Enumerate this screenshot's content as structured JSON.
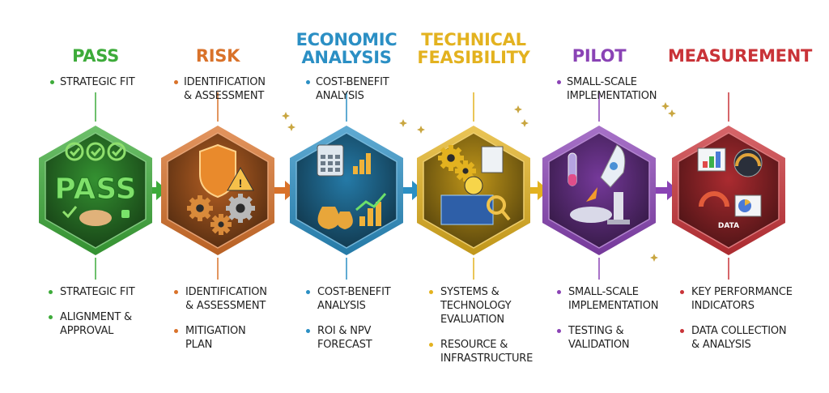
{
  "stages": [
    {
      "title": "PASS",
      "color": "#3dab3a",
      "top_bullet": "STRATEGIC FIT",
      "hex_icon": "handshake-checkmarks-icon",
      "hex_text": "PASS",
      "bullets": [
        "STRATEGIC FIT",
        "ALIGNMENT &\nAPPROVAL"
      ]
    },
    {
      "title": "RISK",
      "color": "#d9722a",
      "top_bullet": "IDENTIFICATION\n& ASSESSMENT",
      "hex_icon": "shield-warning-gears-icon",
      "bullets": [
        "IDENTIFICATION\n& ASSESSMENT",
        "MITIGATION\nPLAN"
      ]
    },
    {
      "title": "ECONOMIC\nANALYSIS",
      "color": "#2b8fc4",
      "top_bullet": "COST-BENEFIT\nANALYSIS",
      "hex_icon": "calculator-money-chart-icon",
      "bullets": [
        "COST-BENEFIT\nANALYSIS",
        "ROI & NPV\nFORECAST"
      ]
    },
    {
      "title": "TECHNICAL\nFEASIBILITY",
      "color": "#e3b21f",
      "top_bullet": "",
      "hex_icon": "gears-lightbulb-blueprint-icon",
      "bullets": [
        "SYSTEMS &\nTECHNOLOGY\nEVALUATION",
        "RESOURCE &\nINFRASTRUCTURE"
      ]
    },
    {
      "title": "PILOT",
      "color": "#8a43b5",
      "top_bullet": "SMALL-SCALE\nIMPLEMENTATION",
      "hex_icon": "rocket-launch-icon",
      "bullets": [
        "SMALL-SCALE\nIMPLEMENTATION",
        "TESTING &\nVALIDATION"
      ]
    },
    {
      "title": "MEASUREMENT",
      "color": "#c93338",
      "top_bullet": "",
      "hex_icon": "dashboard-gauge-charts-icon",
      "hex_text": "DATA",
      "bullets": [
        "KEY PERFORMANCE\nINDICATORS",
        "DATA COLLECTION\n& ANALYSIS"
      ]
    }
  ]
}
